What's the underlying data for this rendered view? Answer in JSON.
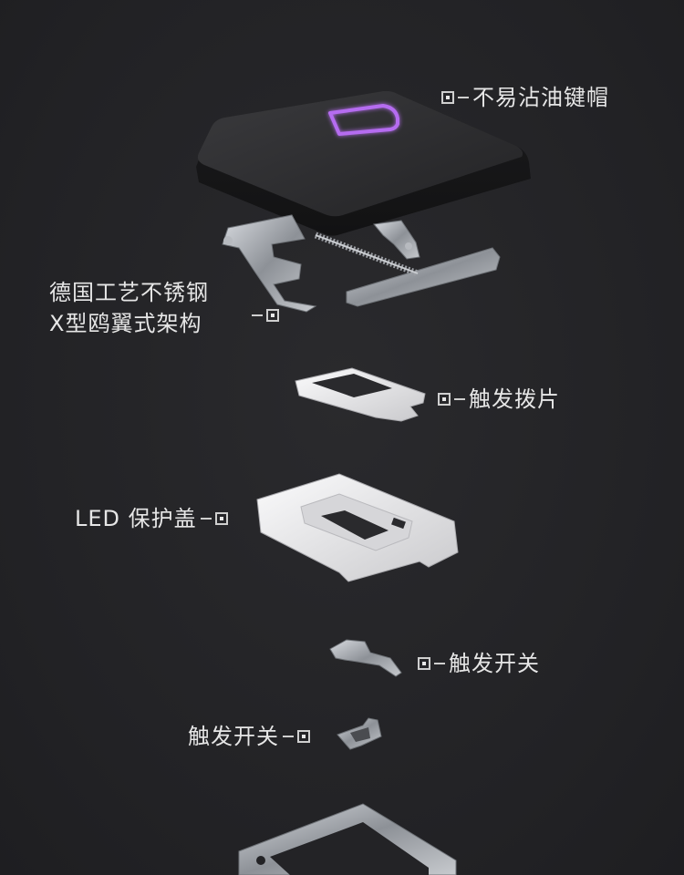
{
  "callouts": {
    "keycap": "不易沾油键帽",
    "scissor_line1": "德国工艺不锈钢",
    "scissor_line2": "X型鸥翼式架构",
    "trigger_plate": "触发拨片",
    "led_cover": "LED 保护盖",
    "switch_a": "触发开关",
    "switch_b": "触发开关"
  },
  "keycap_letter": "D",
  "colors": {
    "background": "#242427",
    "keycap": "#2b2b2d",
    "legend_glow": "#b56cf0",
    "metal": "#a9adb3",
    "plastic": "#e7e7e9"
  }
}
